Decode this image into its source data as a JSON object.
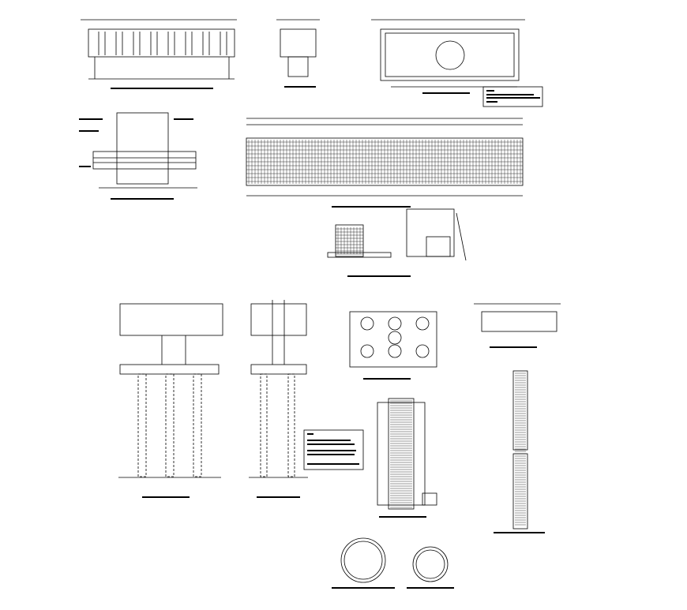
{
  "colors": {
    "background": "#ffffff",
    "line": "#000000",
    "dim_line": "#333333"
  },
  "drawing": {
    "type": "structural CAD sheet",
    "views": [
      {
        "id": "top-elevation-1"
      },
      {
        "id": "top-section-small"
      },
      {
        "id": "top-plan-right"
      },
      {
        "id": "note-box-1"
      },
      {
        "id": "section-left-mid"
      },
      {
        "id": "long-reinforcement-elevation"
      },
      {
        "id": "detail-small-1"
      },
      {
        "id": "detail-small-2"
      },
      {
        "id": "pier-elevation-1"
      },
      {
        "id": "pier-elevation-2"
      },
      {
        "id": "note-box-2"
      },
      {
        "id": "pile-cap-plan"
      },
      {
        "id": "cap-detail-right"
      },
      {
        "id": "column-section"
      },
      {
        "id": "pile-elevation-right"
      },
      {
        "id": "circular-section-1"
      },
      {
        "id": "circular-section-2"
      }
    ]
  }
}
